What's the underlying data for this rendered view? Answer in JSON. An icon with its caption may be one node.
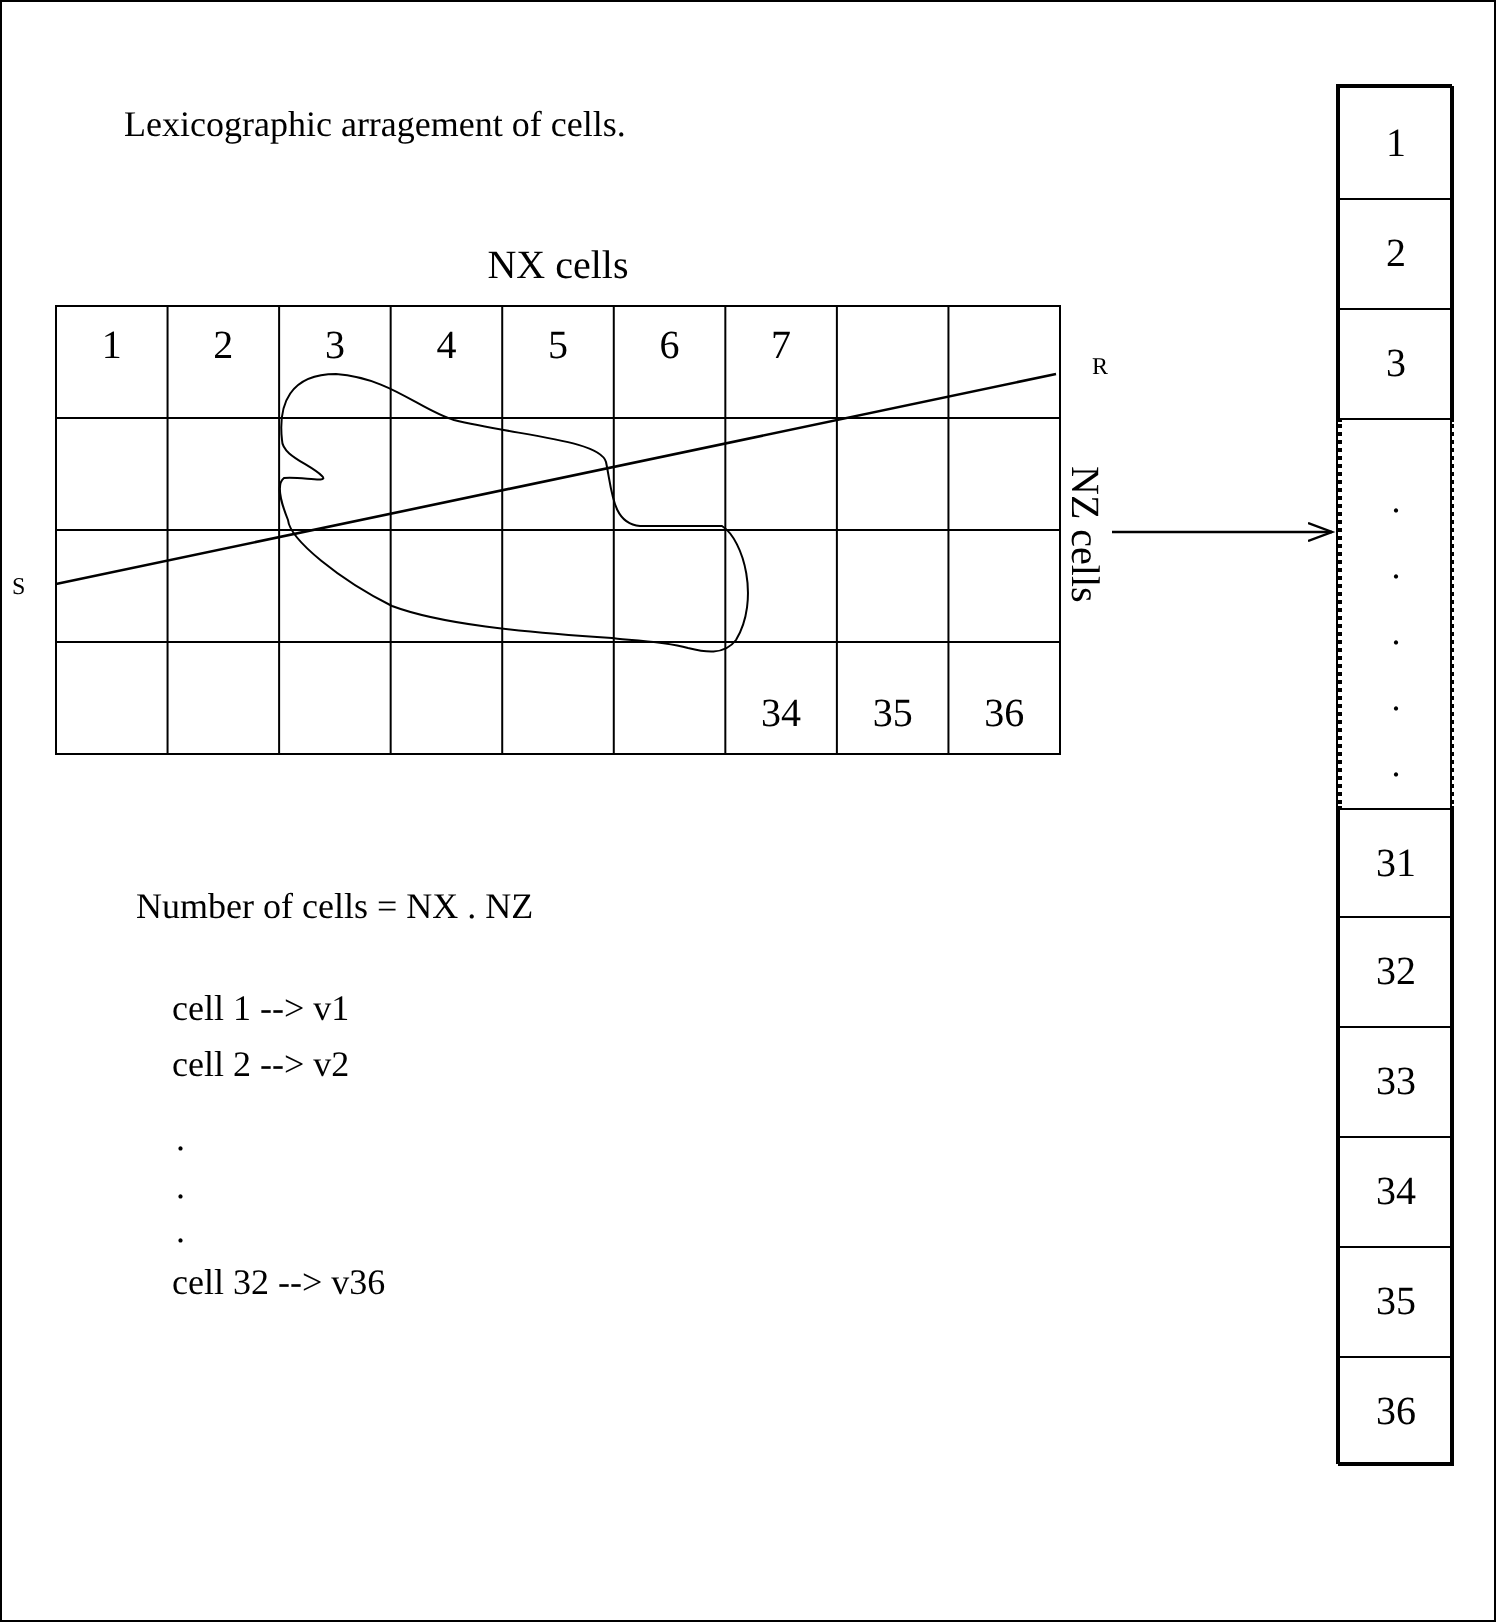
{
  "diagram": {
    "title": "Lexicographic arragement of cells.",
    "nodes": [
      {
        "text": [
          "NX cells",
          "NZ cells"
        ]
      },
      {
        "text": [],
        "shape": "box"
      },
      {
        "text": [
          "1"
        ],
        "in": 1
      },
      {
        "text": [
          "2"
        ],
        "in": 1
      },
      {
        "text": [
          "3"
        ],
        "in": 1
      },
      {
        "text": [
          ".",
          ".",
          ".",
          ".",
          "."
        ],
        "in": 1
      },
      {
        "text": [
          "31"
        ],
        "in": 1
      },
      {
        "text": [
          "32"
        ],
        "in": 1
      },
      {
        "text": [
          "33"
        ],
        "in": 1
      },
      {
        "text": [
          "34"
        ],
        "in": 1
      },
      {
        "text": [
          "35"
        ],
        "in": 1
      },
      {
        "text": [
          "36"
        ],
        "in": 1
      }
    ],
    "edges": [
      {
        "from": 0,
        "to": 1,
        "arrow": "to"
      }
    ],
    "labels": [
      "1",
      "2",
      "3",
      "4",
      "5",
      "6",
      "7",
      "R",
      "S",
      "34",
      "35",
      "36",
      "Number of cells = NX . NZ",
      "cell 1 --> v1",
      "cell 2 --> v2",
      ".",
      ".",
      ".",
      "cell 32 --> v36"
    ]
  }
}
